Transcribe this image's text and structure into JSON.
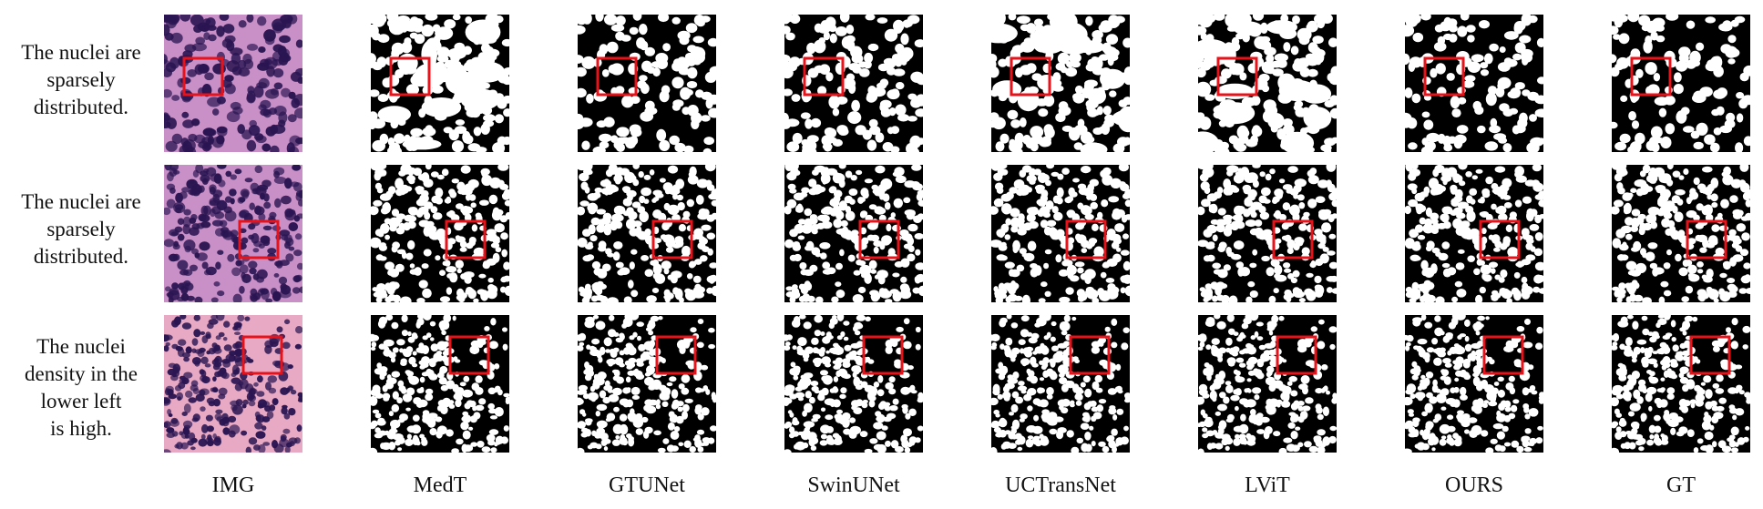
{
  "figure": {
    "columns": [
      "IMG",
      "MedT",
      "GTUNet",
      "SwinUNet",
      "UCTransNet",
      "LViT",
      "OURS",
      "GT"
    ],
    "rows": [
      {
        "caption": "The nuclei are\nsparsely\ndistributed."
      },
      {
        "caption": "The nuclei are\nsparsely\ndistributed."
      },
      {
        "caption": "The nuclei\ndensity in the\nlower left\nis high."
      }
    ],
    "colors": {
      "highlight_box": "#e8121a",
      "mask_foreground": "#ffffff",
      "mask_background": "#000000",
      "tissue_nuclei": "#2a1552",
      "tissue_stroma": "#c98fc7",
      "tissue_pink": "#e7a9c4"
    }
  }
}
